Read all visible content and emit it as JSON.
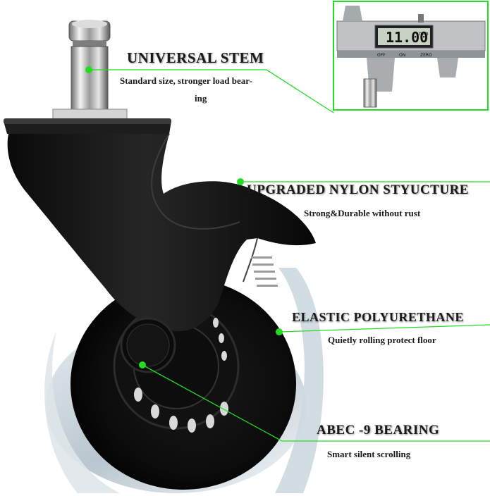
{
  "colors": {
    "accent_green": "#22dd22",
    "body_black": "#141414",
    "chrome": "#c9c9c9"
  },
  "features": {
    "stem": {
      "title": "UNIVERSAL STEM",
      "subtitle_line1": "Standard size, stronger load bear-",
      "subtitle_line2": "ing"
    },
    "nylon": {
      "title": "UPGRADED NYLON  STYUCTURE",
      "subtitle": "Strong&Durable without rust"
    },
    "elastic": {
      "title": "ELASTIC POLYURETHANE",
      "subtitle": "Quietly rolling  protect  floor"
    },
    "bearing": {
      "title": "ABEC -9 BEARING",
      "subtitle": "Smart silent scrolling"
    }
  },
  "caliper": {
    "reading": "11.00",
    "units": "mm",
    "labels": [
      "OFF",
      "ON",
      "ZERO"
    ]
  }
}
